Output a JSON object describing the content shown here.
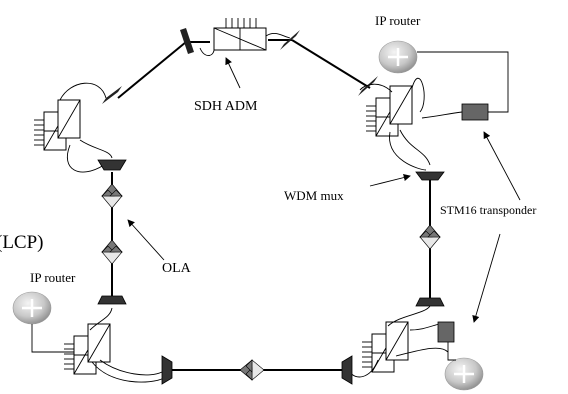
{
  "labels": {
    "ip_router_top": "IP router",
    "ip_router_left": "IP router",
    "sdh_adm": "SDH ADM",
    "wdm_mux": "WDM  mux",
    "stm16": "STM16 transponder",
    "ola": "OLA",
    "lcp": "(LCP)"
  },
  "colors": {
    "fiber": "#000000",
    "mux": "#333333",
    "router_light": "#f4f4f4",
    "router_dark": "#8a8a8a"
  },
  "icons": [
    "router-icon",
    "adm-icon",
    "wdm-mux-icon",
    "ola-icon",
    "transponder-icon",
    "mirror-icon"
  ]
}
